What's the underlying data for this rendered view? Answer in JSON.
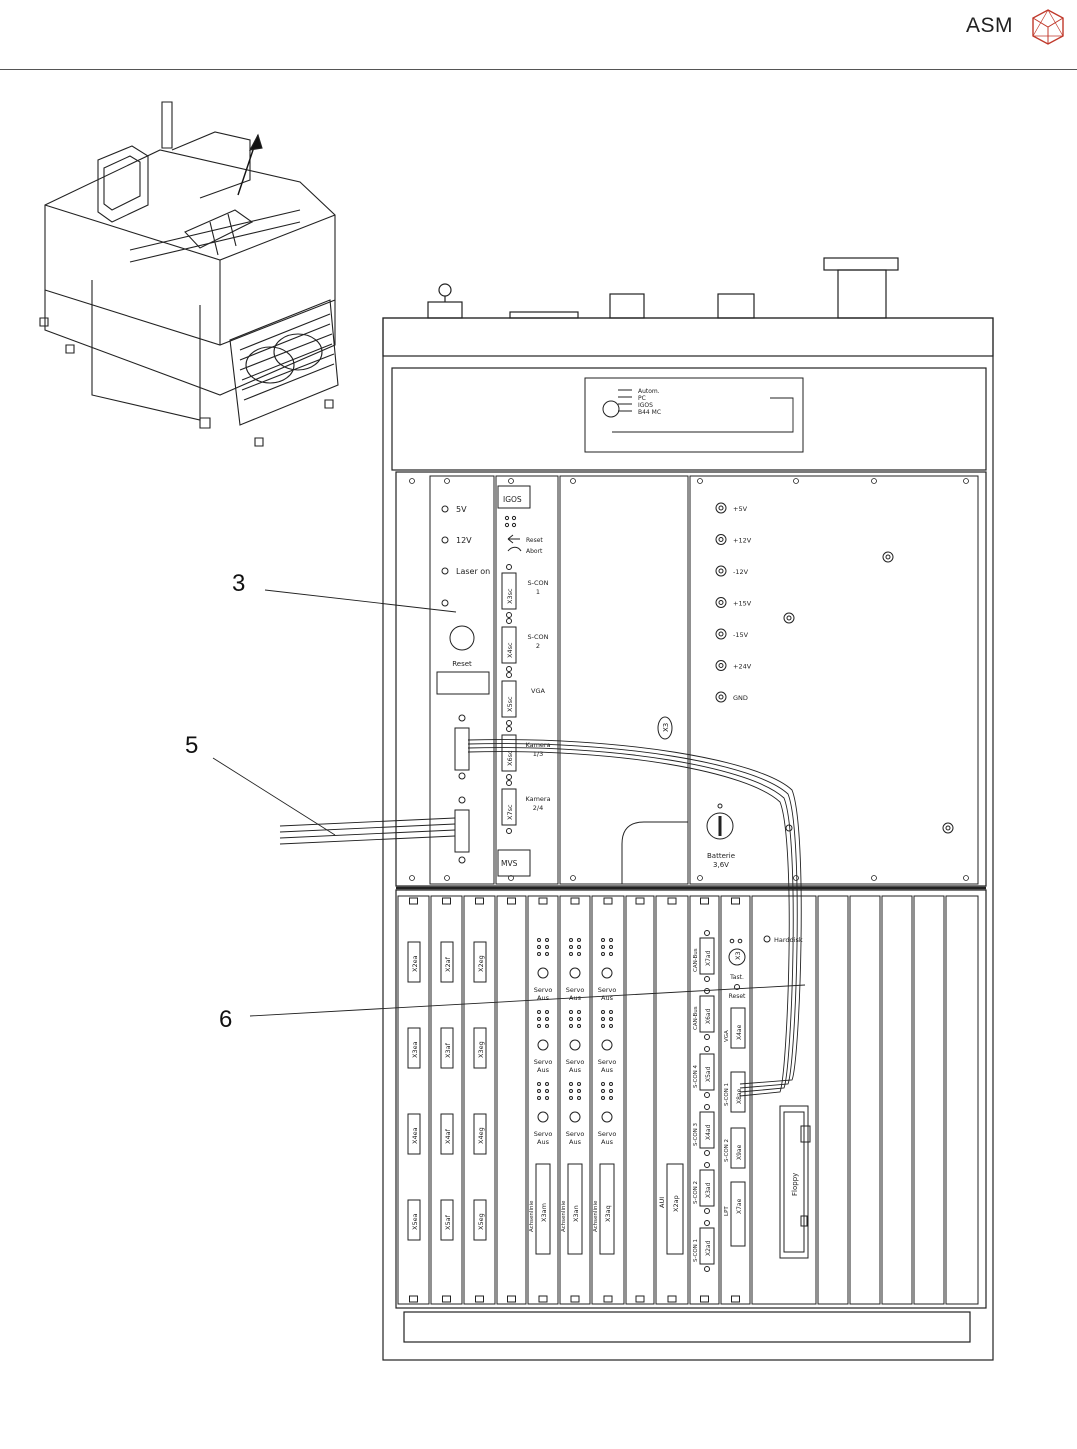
{
  "header": {
    "brand": "ASM",
    "logo_icon": "asm-cube-logo-icon"
  },
  "callouts": {
    "c3": "3",
    "c5": "5",
    "c6": "6"
  },
  "top_panel": {
    "indicators": [
      "Autom.",
      "PC",
      "IGOS",
      "B44 MC"
    ]
  },
  "module_igos": {
    "title": "IGOS",
    "reset_label": "Reset",
    "abort_label": "Abort",
    "ports": [
      {
        "id": "X3sc",
        "label": "S-CON 1"
      },
      {
        "id": "X4sc",
        "label": "S-CON 2"
      },
      {
        "id": "X5sc",
        "label": "VGA"
      },
      {
        "id": "X6sc",
        "label": "Kamera 1/3"
      },
      {
        "id": "X7sc",
        "label": "Kamera 2/4"
      }
    ],
    "footer": "MVS"
  },
  "module_laser": {
    "leds": [
      "5V",
      "12V",
      "Laser on"
    ],
    "reset_label": "Reset"
  },
  "psu": {
    "outputs": [
      "+5V",
      "+12V",
      "-12V",
      "+15V",
      "-15V",
      "+24V",
      "GND"
    ],
    "battery_label": "Batterie 3,6V",
    "connector": "X3"
  },
  "lower_rack": {
    "io_cards": [
      [
        "X2ea",
        "X3ea",
        "X4ea",
        "X5ea"
      ],
      [
        "X2af",
        "X3af",
        "X4af",
        "X5af"
      ],
      [
        "X2eg",
        "X3eg",
        "X4eg",
        "X5eg"
      ]
    ],
    "servo_label": "Servo Aus",
    "servo_cards": [
      {
        "connector": "X3am",
        "side": "Achsenlinie"
      },
      {
        "connector": "X3an",
        "side": "Achsenlinie"
      },
      {
        "connector": "X3aq",
        "side": "Achsenlinie"
      }
    ],
    "aui_card": {
      "label": "AUI",
      "connector": "X2ap"
    },
    "scon_card": {
      "ports": [
        {
          "id": "X7ad",
          "label": "CAN-Bus"
        },
        {
          "id": "X6ad",
          "label": "CAN-Bus"
        },
        {
          "id": "X5ad",
          "label": "S-CON 4"
        },
        {
          "id": "X4ad",
          "label": "S-CON 3"
        },
        {
          "id": "X3ad",
          "label": "S-CON 2"
        },
        {
          "id": "X2ad",
          "label": "S-CON 1"
        }
      ]
    },
    "cpu_card": {
      "x3_label": "X3",
      "tast_label": "Tast.",
      "reset_label": "Reset",
      "ports": [
        {
          "id": "X4ae",
          "label": "VGA"
        },
        {
          "id": "X8ae",
          "label": "S-CON 1"
        },
        {
          "id": "X9ae",
          "label": "S-CON 2"
        },
        {
          "id": "X7ae",
          "label": "LPT"
        }
      ]
    },
    "drive_bay": {
      "harddisk_label": "Harddisk",
      "floppy_label": "Floppy"
    }
  }
}
